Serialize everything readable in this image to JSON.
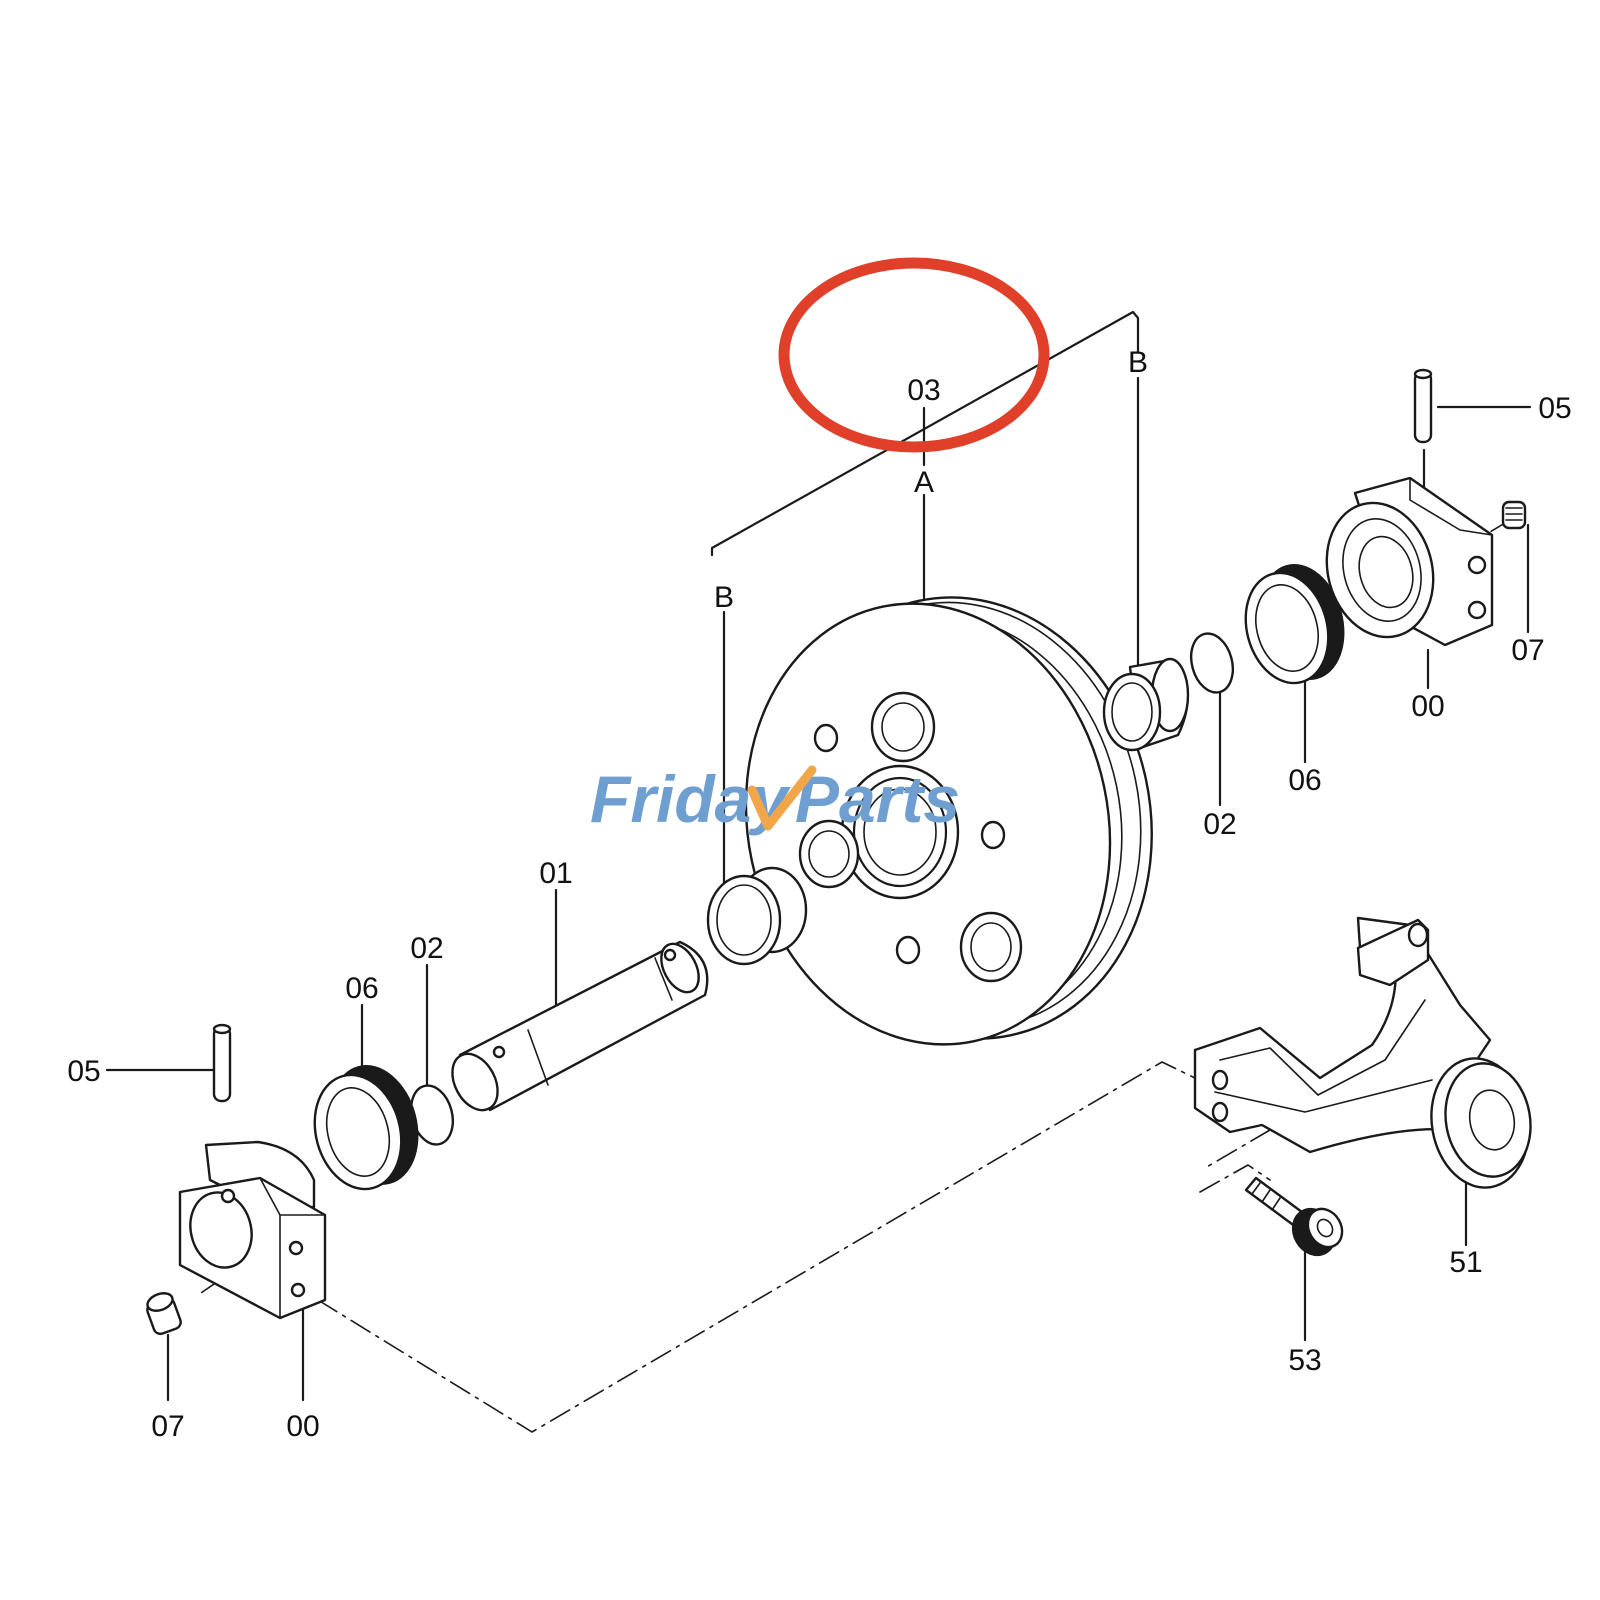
{
  "labels": {
    "l03": "03",
    "lA": "A",
    "lB_top": "B",
    "lB_left": "B",
    "l05_right": "05",
    "l07_right": "07",
    "l00_right": "00",
    "l06_right": "06",
    "l02_right": "02",
    "l01": "01",
    "l02_left": "02",
    "l06_left": "06",
    "l05_left": "05",
    "l07_left": "07",
    "l00_left": "00",
    "l51": "51",
    "l53": "53"
  },
  "watermark": {
    "part1": "Friday",
    "part2": "Parts",
    "color_main": "#6f9fd0",
    "color_accent": "#f2a64a"
  },
  "highlight_color": "#e0402a"
}
